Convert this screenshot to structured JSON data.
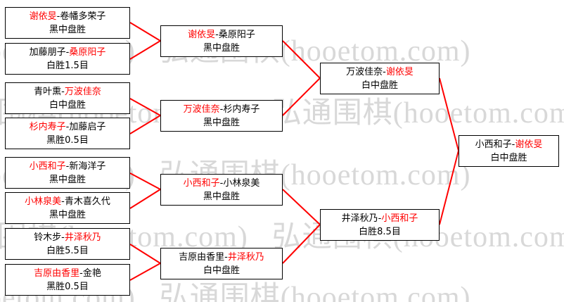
{
  "separator": "-",
  "watermark": {
    "text": "弘通围棋(hooetom.com)"
  },
  "bracket": {
    "round1": [
      {
        "p1": "谢依旻",
        "p2": "卷幡多荣子",
        "result": "黑中盘胜",
        "winner": 1
      },
      {
        "p1": "加藤朋子",
        "p2": "桑原阳子",
        "result": "白胜1.5目",
        "winner": 2
      },
      {
        "p1": "青叶熏",
        "p2": "万波佳奈",
        "result": "白中盘胜",
        "winner": 2
      },
      {
        "p1": "杉内寿子",
        "p2": "加藤启子",
        "result": "黑胜0.5目",
        "winner": 1
      },
      {
        "p1": "小西和子",
        "p2": "新海洋子",
        "result": "黑中盘胜",
        "winner": 1
      },
      {
        "p1": "小林泉美",
        "p2": "青木喜久代",
        "result": "黑中盘胜",
        "winner": 1
      },
      {
        "p1": "铃木步",
        "p2": "井泽秋乃",
        "result": "白胜5.5目",
        "winner": 2
      },
      {
        "p1": "吉原由香里",
        "p2": "金艳",
        "result": "黑胜0.5目",
        "winner": 1
      }
    ],
    "round2": [
      {
        "p1": "谢依旻",
        "p2": "桑原阳子",
        "result": "黑中盘胜",
        "winner": 1
      },
      {
        "p1": "万波佳奈",
        "p2": "杉内寿子",
        "result": "黑中盘胜",
        "winner": 1
      },
      {
        "p1": "小西和子",
        "p2": "小林泉美",
        "result": "黑中盘胜",
        "winner": 1
      },
      {
        "p1": "吉原由香里",
        "p2": "井泽秋乃",
        "result": "白中盘胜",
        "winner": 2
      }
    ],
    "round3": [
      {
        "p1": "万波佳奈",
        "p2": "谢依旻",
        "result": "白中盘胜",
        "winner": 2
      },
      {
        "p1": "井泽秋乃",
        "p2": "小西和子",
        "result": "白胜8.5目",
        "winner": 2
      }
    ],
    "final": [
      {
        "p1": "小西和子",
        "p2": "谢依旻",
        "result": "白中盘胜",
        "winner": 2
      }
    ]
  }
}
